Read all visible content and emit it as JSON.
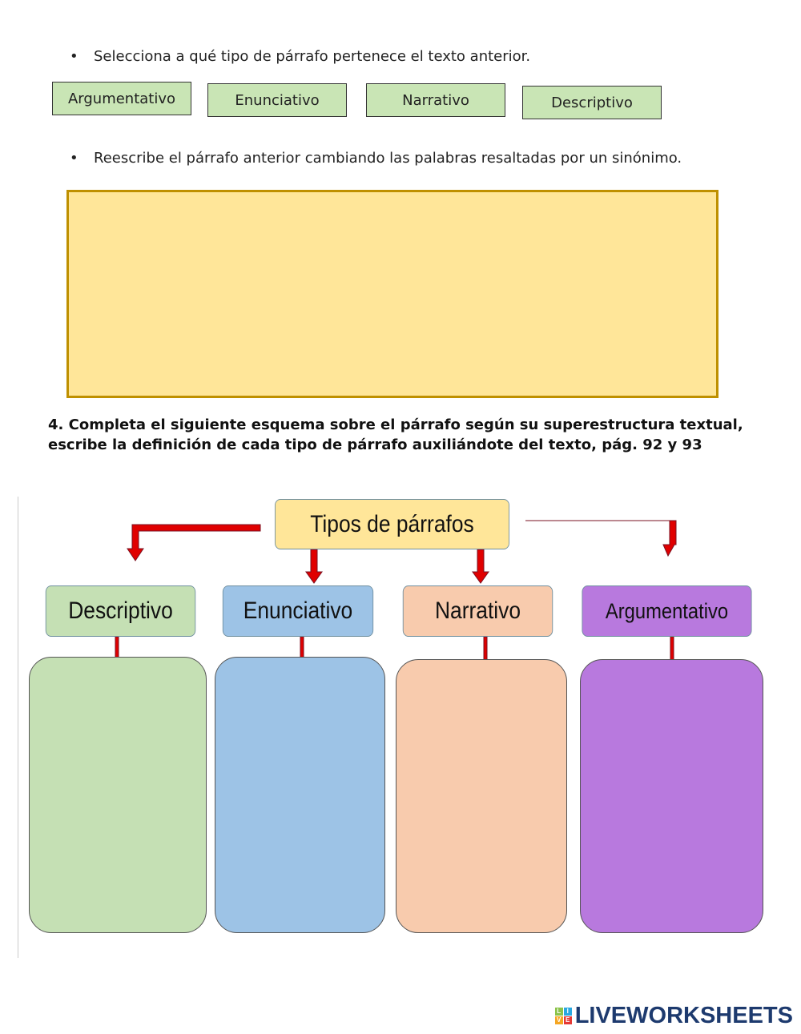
{
  "instruction_1": "Selecciona a qué tipo de párrafo pertenece el texto anterior.",
  "options": [
    "Argumentativo",
    "Enunciativo",
    "Narrativo",
    "Descriptivo"
  ],
  "instruction_2": "Reescribe el párrafo anterior cambiando las palabras resaltadas por un sinónimo.",
  "answer_value": "",
  "question_4": "4. Completa el siguiente esquema sobre el párrafo según su superestructura textual, escribe la definición de cada tipo de párrafo auxiliándote del texto, pág. 92 y 93",
  "diagram": {
    "title": "Tipos de párrafos",
    "categories": [
      {
        "label": "Descriptivo",
        "color": "#c5e0b4"
      },
      {
        "label": "Enunciativo",
        "color": "#9dc3e6"
      },
      {
        "label": "Narrativo",
        "color": "#f8cbad"
      },
      {
        "label": "Argumentativo",
        "color": "#b879de"
      }
    ],
    "arrow_color": "#e00000"
  },
  "logo": {
    "text": "LIVEWORKSHEETS",
    "badge": [
      "L",
      "I",
      "V",
      "E"
    ]
  }
}
